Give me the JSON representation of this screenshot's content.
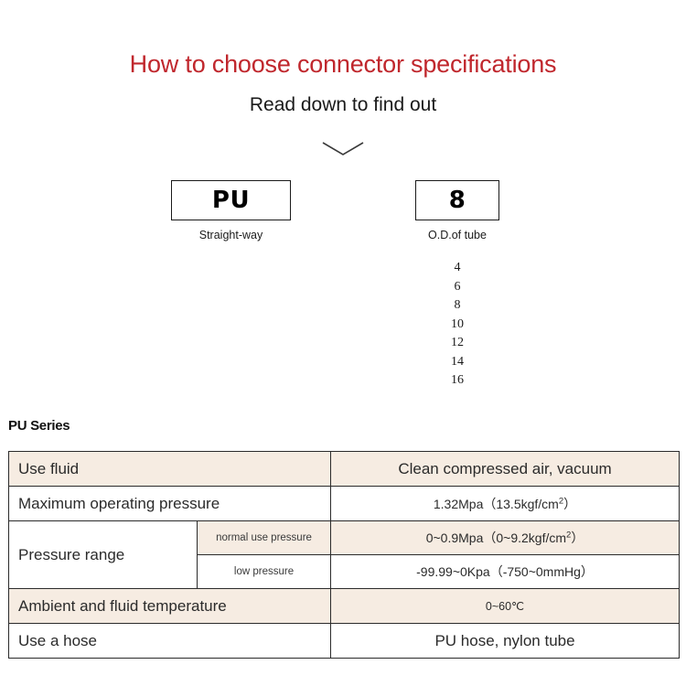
{
  "header": {
    "title": "How to choose connector specifications",
    "subtitle": "Read down to find out",
    "title_color": "#c0272d",
    "chevron_icon": "chevron-down-icon"
  },
  "selector": {
    "boxes": [
      {
        "code": "PU",
        "caption": "Straight-way"
      },
      {
        "code": "8",
        "caption": "O.D.of tube"
      }
    ],
    "size_options": [
      "4",
      "6",
      "8",
      "10",
      "12",
      "14",
      "16"
    ]
  },
  "spec": {
    "heading": "PU Series",
    "shade_color": "#f6ece2",
    "rows": [
      {
        "label": "Use fluid",
        "value": "Clean compressed air, vacuum",
        "shaded": true
      },
      {
        "label": "Maximum operating pressure",
        "value_prefix": "1.32Mpa（13.5kgf/cm",
        "value_sup": "2",
        "value_suffix": "）",
        "shaded": false
      },
      {
        "label": "Pressure range",
        "sublabel": "normal use pressure",
        "value_prefix": "0~0.9Mpa（0~9.2kgf/cm",
        "value_sup": "2",
        "value_suffix": "）",
        "shaded": true
      },
      {
        "sublabel": "low pressure",
        "value": "-99.99~0Kpa（-750~0mmHg）",
        "shaded": false
      },
      {
        "label": "Ambient and fluid temperature",
        "value": "0~60℃",
        "shaded": true
      },
      {
        "label": "Use a hose",
        "value": "PU hose, nylon tube",
        "shaded": false
      }
    ]
  }
}
